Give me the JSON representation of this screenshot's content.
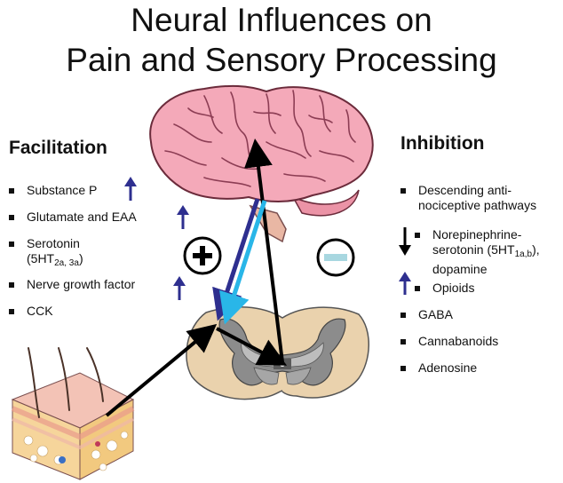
{
  "title": {
    "line1": "Neural Influences on",
    "line2": "Pain and Sensory Processing"
  },
  "facilitation": {
    "heading": "Facilitation",
    "items": [
      {
        "label": "Substance P",
        "arrow": "up"
      },
      {
        "label": "Glutamate and EAA",
        "arrow": "up"
      },
      {
        "label_line1": "Serotonin",
        "label_line2_main": "(5HT",
        "label_line2_sub": "2a, 3a",
        "label_line2_end": ")",
        "arrow": "none"
      },
      {
        "label": "Nerve growth factor",
        "arrow": "up"
      },
      {
        "label": "CCK",
        "arrow": "none"
      }
    ]
  },
  "inhibition": {
    "heading": "Inhibition",
    "items": [
      {
        "label_line1": "Descending anti-",
        "label_line2": "nociceptive pathways"
      },
      {
        "label_line1": "Norepinephrine-",
        "label_line2_main": "serotonin (5HT",
        "label_line2_sub": "1a,b",
        "label_line2_end": "),",
        "label_line3": "dopamine",
        "arrow": "down"
      },
      {
        "label": "Opioids",
        "arrow": "up"
      },
      {
        "label": "GABA"
      },
      {
        "label": "Cannabanoids"
      },
      {
        "label": "Adenosine"
      }
    ]
  },
  "symbols": {
    "plus": "+",
    "minus": "minus"
  },
  "colors": {
    "up_arrow": "#2e2f8f",
    "down_arrow": "#000000",
    "descending_dark": "#2e2f8f",
    "descending_light": "#29b6e8",
    "brain": "#f2a7b4",
    "spinal_gray": "#8c8c8c",
    "spinal_tan": "#ead2ad",
    "minus_fill": "#a8d7e0"
  },
  "icons": [
    "brain-illustration",
    "spinal-cord-cross-section",
    "skin-cross-section",
    "plus-circle-icon",
    "minus-circle-icon",
    "up-arrow-icon",
    "down-arrow-icon"
  ]
}
